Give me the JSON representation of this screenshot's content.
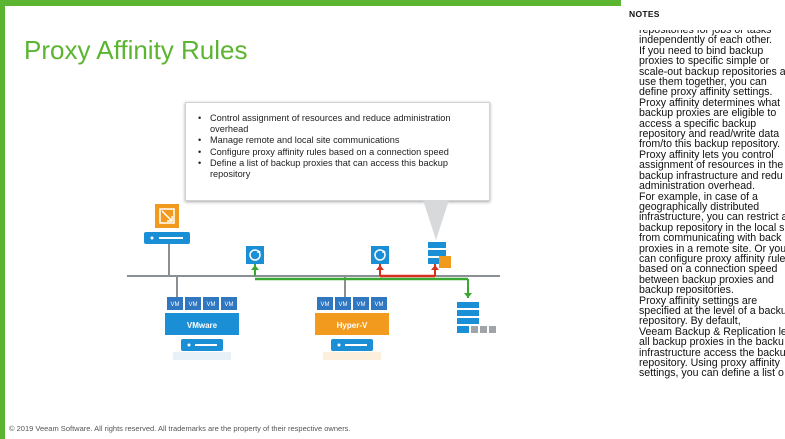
{
  "slide": {
    "title": "Proxy Affinity Rules",
    "callout_items": [
      "Control assignment of resources and reduce administration overhead",
      "Manage remote and local site communications",
      "Configure proxy affinity rules based on a connection speed",
      "Define a list of backup proxies that can access this backup repository"
    ],
    "vmware_label": "VMware",
    "hyperv_label": "Hyper-V",
    "vm_label": "VM",
    "copyright": "© 2019 Veeam Software. All rights reserved. All trademarks are the property of their respective owners."
  },
  "notes": {
    "heading": "NOTES",
    "text": "repositories for jobs or tasks\nindependently of each other.\nIf you need to bind backup\nproxies to specific simple or\nscale-out backup repositories a\nuse them together, you can\ndefine proxy affinity settings.\nProxy affinity determines what\nbackup proxies are eligible to\naccess a specific backup\nrepository and read/write data\nfrom/to this backup repository.\nProxy affinity lets you control\nassignment of resources in the\nbackup infrastructure and redu\nadministration overhead.\nFor example, in case of a\ngeographically distributed\ninfrastructure, you can restrict a\nbackup repository in the local s\nfrom communicating with back\nproxies in a remote site. Or you\ncan configure proxy affinity rule\nbased on a connection speed\nbetween backup proxies and\nbackup repositories.\nProxy affinity settings are\nspecified at the level of a backu\nrepository. By default,\nVeeam Backup & Replication le\nall backup proxies in the backu\ninfrastructure access the backu\nrepository. Using proxy affinity\nsettings, you can define a list o"
  },
  "colors": {
    "frame_green": "#5cb531",
    "title_green": "#5cb531",
    "server_blue": "#1b8fd6",
    "vm_box": "#2f77c0",
    "vmware_bar": "#1b8fd6",
    "hyperv_bar": "#f29a1d",
    "link_green": "#3aa830",
    "link_red": "#d6301f"
  }
}
